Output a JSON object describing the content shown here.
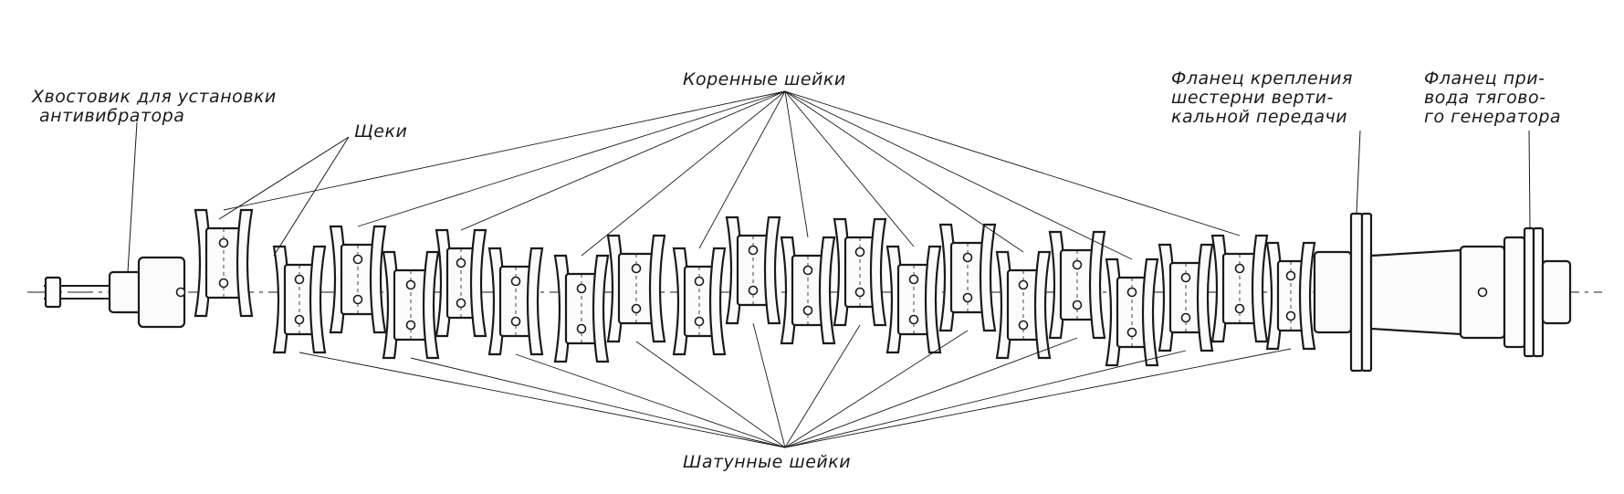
{
  "labels": {
    "tail": [
      "Хвостовик для установки",
      "антивибратора"
    ],
    "cheeks": "Щеки",
    "main_journals": "Коренные шейки",
    "gear_flange": [
      "Фланец крепления",
      "шестерни верти-",
      "кальной передачи"
    ],
    "generator_flange": [
      "Фланец при-",
      "вода тягово-",
      "го генератора"
    ],
    "crankpins": "Шатунные шейки"
  },
  "colors": {
    "line": "#1a1a1a",
    "body_fill": "#fbfbfb",
    "background": "#ffffff"
  }
}
